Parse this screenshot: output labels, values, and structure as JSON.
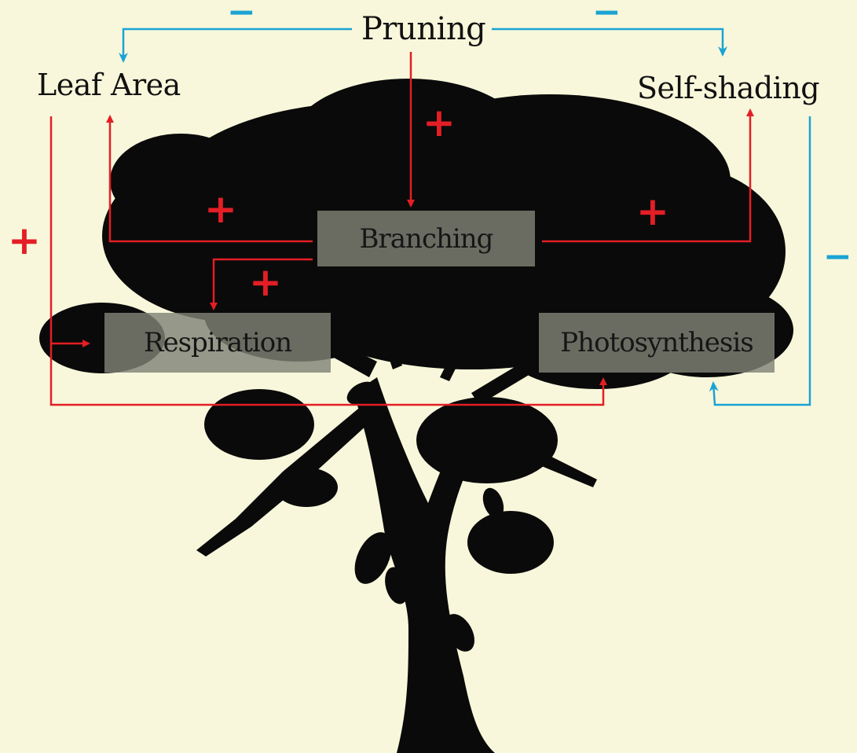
{
  "colors": {
    "background": "#f8f7db",
    "tree": "#0a0a0a",
    "positive": "#e31e25",
    "negative": "#1aa3d4",
    "box_fill": "#80826f"
  },
  "labels": {
    "pruning": "Pruning",
    "leaf_area": "Leaf Area",
    "self_shading": "Self-shading",
    "branching": "Branching",
    "respiration": "Respiration",
    "photosynthesis": "Photosynthesis"
  },
  "signs": {
    "pruning_to_leaf_area": "−",
    "pruning_to_self_shading": "−",
    "pruning_to_branching": "+",
    "branching_to_leaf_area": "+",
    "branching_to_self_shading": "+",
    "branching_to_respiration": "+",
    "leaf_area_to_photosynthesis": "+",
    "self_shading_to_photosynthesis": "−"
  }
}
